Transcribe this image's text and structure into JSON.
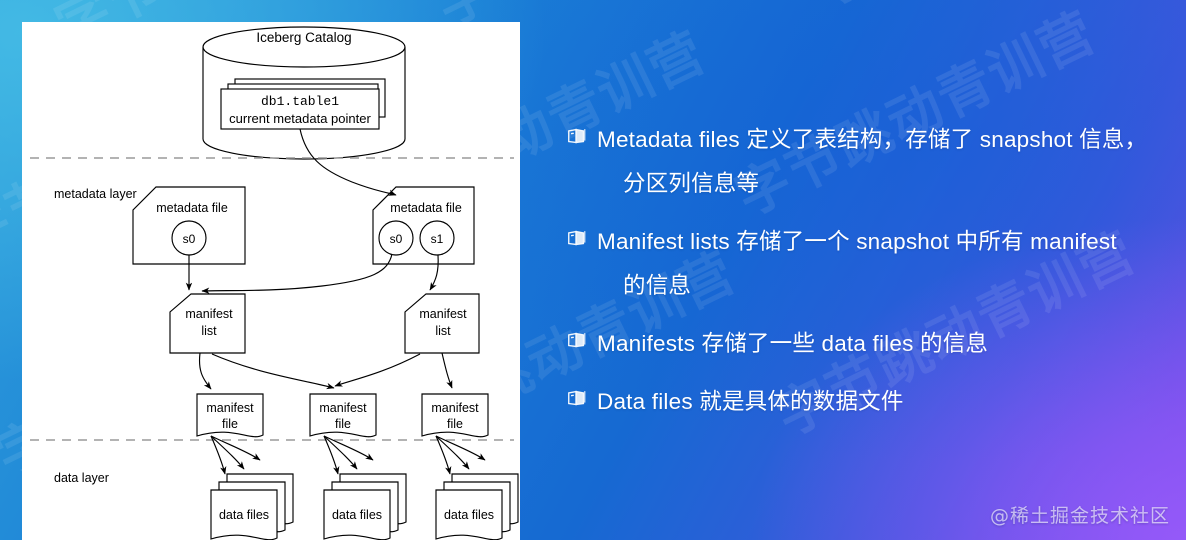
{
  "slide": {
    "background_colors": {
      "cyan": "#46bee6",
      "blue": "#1a7fd6",
      "indigo": "#3f56dd",
      "purple": "#7b4ae8"
    },
    "watermark_text": "字节跳动青训营",
    "credit": "@稀土掘金技术社区"
  },
  "diagram": {
    "catalog": {
      "title": "Iceberg Catalog",
      "pointer_table": "db1.table1",
      "pointer_label": "current metadata pointer"
    },
    "layers": [
      {
        "name": "metadata layer"
      },
      {
        "name": "data layer"
      }
    ],
    "metadata_files": [
      {
        "label": "metadata file",
        "snapshots": [
          "s0"
        ]
      },
      {
        "label": "metadata file",
        "snapshots": [
          "s0",
          "s1"
        ]
      }
    ],
    "manifest_lists": [
      {
        "line1": "manifest",
        "line2": "list"
      },
      {
        "line1": "manifest",
        "line2": "list"
      }
    ],
    "manifest_files": [
      {
        "line1": "manifest",
        "line2": "file"
      },
      {
        "line1": "manifest",
        "line2": "file"
      },
      {
        "line1": "manifest",
        "line2": "file"
      }
    ],
    "data_files": [
      {
        "label": "data files"
      },
      {
        "label": "data files"
      },
      {
        "label": "data files"
      }
    ]
  },
  "bullets": [
    {
      "icon": "book-icon",
      "line1": "Metadata files 定义了表结构，存储了 snapshot 信息，",
      "line2": "分区列信息等"
    },
    {
      "icon": "book-icon",
      "line1": "Manifest lists 存储了一个 snapshot 中所有 manifest",
      "line2": "的信息"
    },
    {
      "icon": "book-icon",
      "line1": "Manifests 存储了一些 data files 的信息",
      "line2": ""
    },
    {
      "icon": "book-icon",
      "line1": "Data files 就是具体的数据文件",
      "line2": ""
    }
  ]
}
